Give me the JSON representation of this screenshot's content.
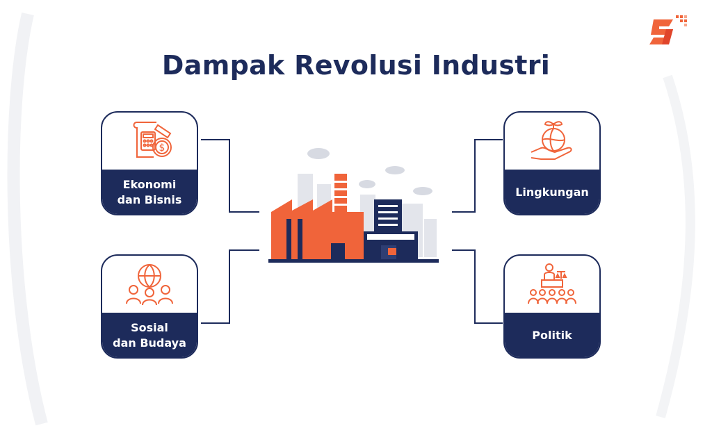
{
  "title": "Dampak Revolusi Industri",
  "colors": {
    "navy": "#1d2b5b",
    "orange": "#f0643a",
    "light_gray": "#e8eaef"
  },
  "center": {
    "icon": "factory-icon"
  },
  "cards": [
    {
      "id": "eko",
      "label": "Ekonomi\ndan Bisnis",
      "icon": "finance-icon"
    },
    {
      "id": "lin",
      "label": "Lingkungan",
      "icon": "plant-globe-hand-icon"
    },
    {
      "id": "sos",
      "label": "Sosial\ndan Budaya",
      "icon": "people-globe-icon"
    },
    {
      "id": "pol",
      "label": "Politik",
      "icon": "speaker-audience-icon"
    }
  ]
}
